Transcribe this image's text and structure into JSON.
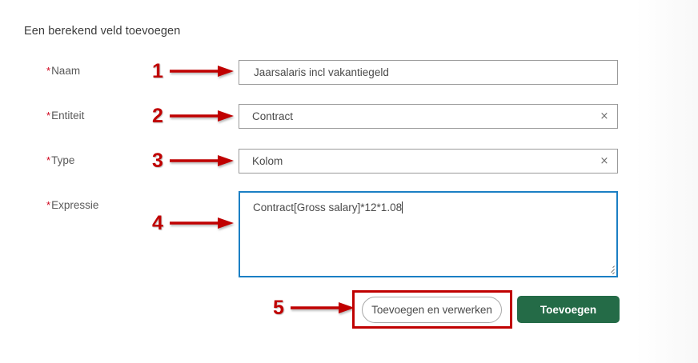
{
  "panel": {
    "title": "Een berekend veld toevoegen"
  },
  "form": {
    "required_marker": "*",
    "fields": [
      {
        "label": "Naam",
        "value": "Jaarsalaris incl vakantiegeld",
        "clear_icon": "",
        "type": "text"
      },
      {
        "label": "Entiteit",
        "value": "Contract",
        "clear_icon": "×",
        "type": "select"
      },
      {
        "label": "Type",
        "value": "Kolom",
        "clear_icon": "×",
        "type": "select"
      },
      {
        "label": "Expressie",
        "value": "Contract[Gross salary]*12*1.08",
        "clear_icon": "",
        "type": "textarea"
      }
    ]
  },
  "actions": {
    "secondary_label": "Toevoegen en verwerken",
    "primary_label": "Toevoegen"
  },
  "annotations": {
    "numbers": [
      "1",
      "2",
      "3",
      "4",
      "5"
    ],
    "color": "#c00000",
    "highlight_color": "#c00000"
  },
  "colors": {
    "primary_button": "#246b47",
    "focus_border": "#1b7fc4",
    "input_border": "#9a9a9a",
    "required_asterisk": "#d0021b",
    "text": "#4a4a4a",
    "background": "#ffffff"
  }
}
